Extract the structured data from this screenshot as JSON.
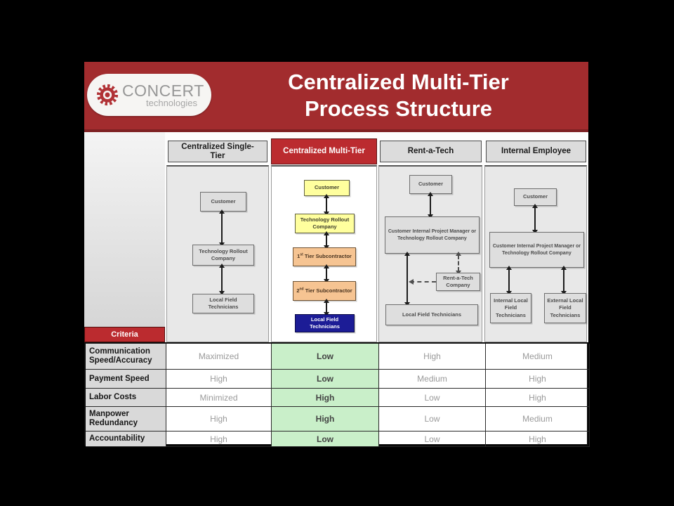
{
  "brand": {
    "name": "CONCERT",
    "tagline": "technologies"
  },
  "title": {
    "line1": "Centralized Multi-Tier",
    "line2": "Process Structure"
  },
  "column_headers": {
    "c1": "Centralized Single-Tier",
    "c2": "Centralized Multi-Tier",
    "c3": "Rent-a-Tech",
    "c4": "Internal Employee"
  },
  "flows": {
    "single_tier": {
      "customer": "Customer",
      "rollout": "Technology Rollout Company",
      "technicians": "Local Field Technicians"
    },
    "multi_tier": {
      "customer": "Customer",
      "rollout": "Technology Rollout Company",
      "tier1_num": "1",
      "tier1_sup": "st",
      "tier1_rest": " Tier Subcontractor",
      "tier2_num": "2",
      "tier2_sup": "nd",
      "tier2_rest": " Tier Subcontractor",
      "technicians": "Local Field Technicians"
    },
    "rent_a_tech": {
      "customer": "Customer",
      "manager": "Customer Internal Project Manager or Technology Rollout Company",
      "company": "Rent-a-Tech Company",
      "technicians": "Local Field Technicians"
    },
    "internal_employee": {
      "customer": "Customer",
      "manager": "Customer Internal Project Manager or Technology Rollout Company",
      "internal": "Internal Local Field Technicians",
      "external": "External Local Field Technicians"
    }
  },
  "criteria": {
    "header": "Criteria",
    "rows": [
      {
        "label": "Communication Speed/Accuracy",
        "values": [
          "Maximized",
          "Low",
          "High",
          "Medium"
        ]
      },
      {
        "label": "Payment Speed",
        "values": [
          "High",
          "Low",
          "Medium",
          "High"
        ]
      },
      {
        "label": "Labor Costs",
        "values": [
          "Minimized",
          "High",
          "Low",
          "High"
        ]
      },
      {
        "label": "Manpower Redundancy",
        "values": [
          "High",
          "High",
          "Low",
          "Medium"
        ]
      },
      {
        "label": "Accountability",
        "values": [
          "High",
          "Low",
          "Low",
          "High"
        ]
      }
    ]
  },
  "colors": {
    "band_red": "#a22c2e",
    "accent_red": "#bb2b2f",
    "highlight_green": "#c9efc9",
    "node_yellow": "#ffff9e",
    "node_orange": "#f6c492",
    "node_navy": "#1c1c96"
  }
}
